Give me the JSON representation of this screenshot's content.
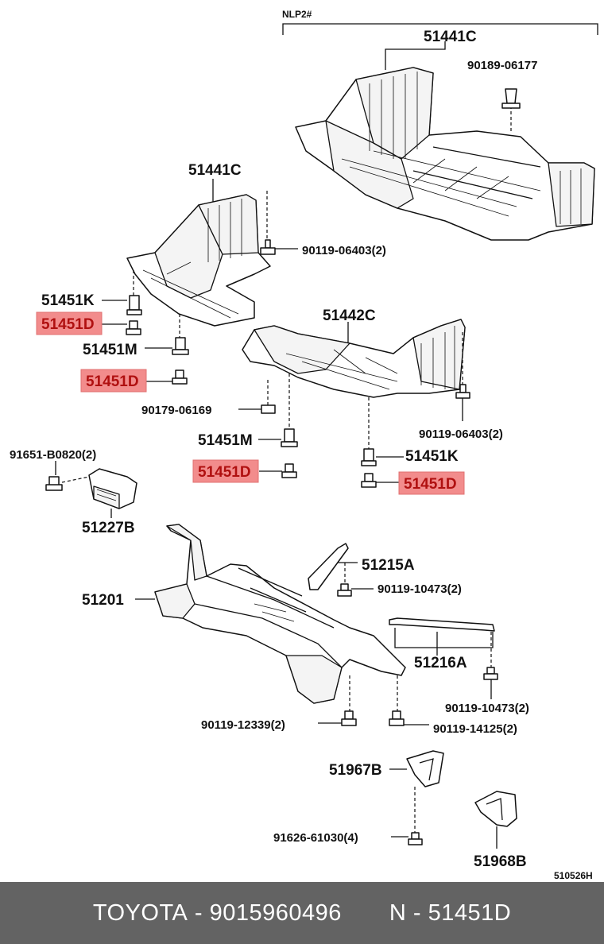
{
  "diagram": {
    "header_code": "NLP2#",
    "code_ref": "510526H",
    "labels": {
      "l_51441C_top": "51441C",
      "l_90189": "90189-06177",
      "l_51441C_mid": "51441C",
      "l_90119_06403_a": "90119-06403(2)",
      "l_51451K_a": "51451K",
      "l_51451D_a": "51451D",
      "l_51451M_a": "51451M",
      "l_51442C": "51442C",
      "l_51451D_b": "51451D",
      "l_90179": "90179-06169",
      "l_90119_06403_b": "90119-06403(2)",
      "l_91651": "91651-B0820(2)",
      "l_51451M_b": "51451M",
      "l_51451K_b": "51451K",
      "l_51451D_c": "51451D",
      "l_51451D_d": "51451D",
      "l_51227B": "51227B",
      "l_51215A": "51215A",
      "l_90119_10473_a": "90119-10473(2)",
      "l_51201": "51201",
      "l_51216A": "51216A",
      "l_90119_10473_b": "90119-10473(2)",
      "l_90119_12339": "90119-12339(2)",
      "l_90119_14125": "90119-14125(2)",
      "l_51967B": "51967B",
      "l_91626": "91626-61030(4)",
      "l_51968B": "51968B"
    }
  },
  "footer": {
    "brand": "TOYOTA",
    "sep1": " - ",
    "part_number": "9015960496",
    "gap": "       ",
    "prefix": "N",
    "sep2": " - ",
    "part_code": "51451D"
  }
}
